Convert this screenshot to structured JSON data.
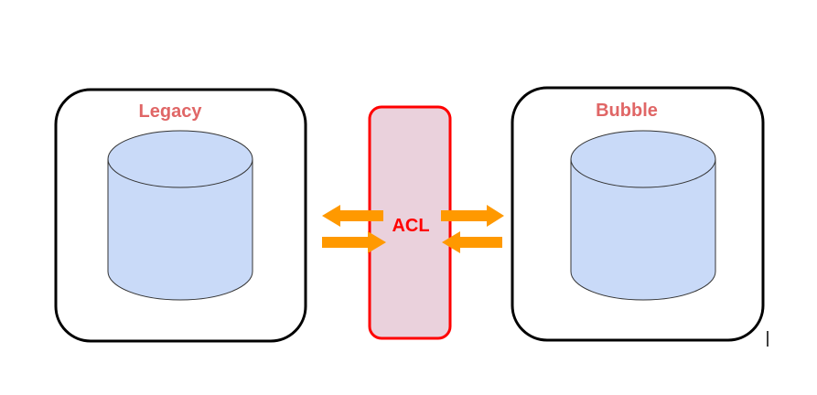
{
  "diagram": {
    "left_system": {
      "label": "Legacy"
    },
    "right_system": {
      "label": "Bubble"
    },
    "acl": {
      "label": "ACL"
    }
  },
  "colors": {
    "system_border": "#000000",
    "system_label": "#e06666",
    "db_fill": "#c9daf8",
    "db_stroke": "#333333",
    "acl_border": "#ff0000",
    "acl_fill": "#ead1dc",
    "acl_label": "#ff0000",
    "arrow": "#ff9900"
  }
}
